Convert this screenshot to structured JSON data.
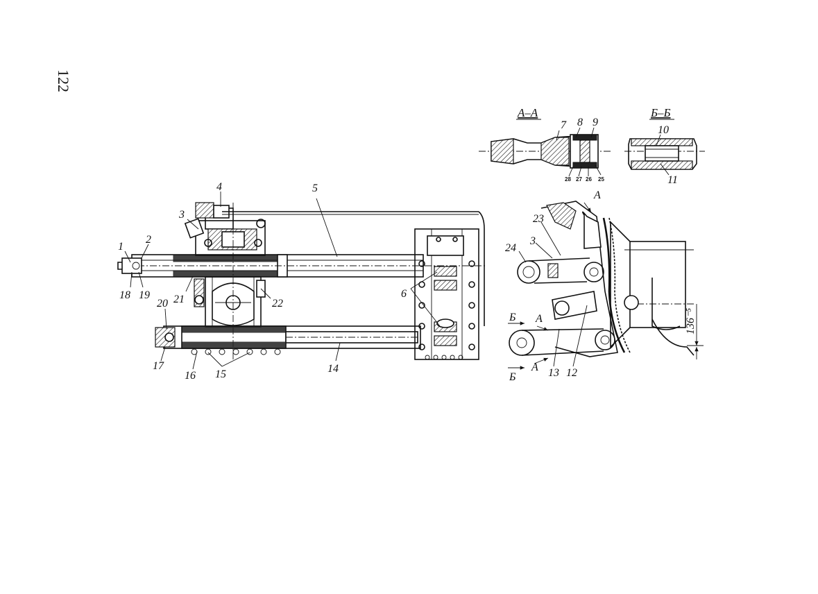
{
  "page": {
    "number": "122"
  },
  "sections": {
    "aa": "А–А",
    "bb": "Б–Б"
  },
  "labels": {
    "l1": "1",
    "l2": "2",
    "l3": "3",
    "l4": "4",
    "l5": "5",
    "l6": "6",
    "l7": "7",
    "l8": "8",
    "l9": "9",
    "l10": "10",
    "l11": "11",
    "l12": "12",
    "l13": "13",
    "l14": "14",
    "l15": "15",
    "l16": "16",
    "l17": "17",
    "l18": "18",
    "l19": "19",
    "l20": "20",
    "l21": "21",
    "l22": "22",
    "l23": "23",
    "l24": "24",
    "l25": "25",
    "l26": "26",
    "l27": "27",
    "l28": "28",
    "l3b": "3",
    "cutA_top": "А",
    "cutA_mid": "А",
    "cutA_bot": "А",
    "cutB_top": "Б",
    "cutB_bot": "Б",
    "dim": "136⁻⁵"
  }
}
